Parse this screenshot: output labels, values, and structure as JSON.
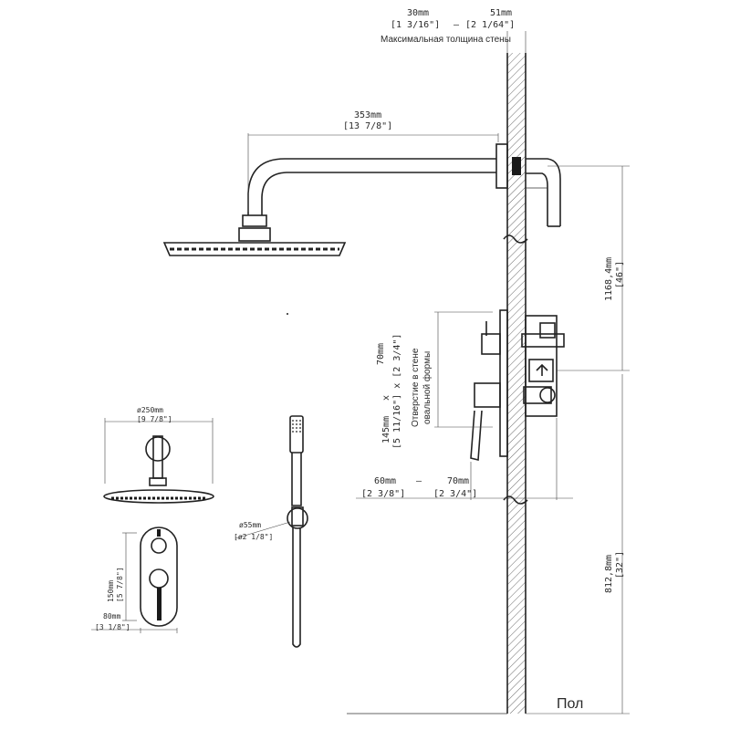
{
  "labels": {
    "wall_left_mm": "30mm",
    "wall_right_mm": "51mm",
    "wall_left_in": "[1 3/16\"]",
    "wall_dash": "—",
    "wall_right_in": "[2 1/64\"]",
    "wall_thickness": "Максимальная толщина стены",
    "arm_mm": "353mm",
    "arm_in": "[13 7/8\"]",
    "head_height_mm": "1168,4mm",
    "head_height_in": "[46\"]",
    "hole_size_a": "145mm",
    "hole_x": "x",
    "hole_size_b": "70mm",
    "hole_size_in": "[5 11/16\"] x [2 3/4\"]",
    "hole_label_1": "Отверстие в стене",
    "hole_label_2": "овальной формы",
    "depth_a_mm": "60mm",
    "depth_dash": "—",
    "depth_b_mm": "70mm",
    "depth_a_in": "[2 3/8\"]",
    "depth_b_in": "[2 3/4\"]",
    "mixer_height_mm": "812,8mm",
    "mixer_height_in": "[32\"]",
    "floor": "Пол",
    "head_dia_mm": "ø250mm",
    "head_dia_in": "[9 7/8\"]",
    "plate_height_mm": "150mm",
    "plate_height_in": "[5 7/8\"]",
    "plate_width_mm": "80mm",
    "plate_width_in": "[3 1/8\"]",
    "holder_dia_mm": "ø55mm",
    "holder_dia_in": "[ø2 1/8\"]"
  },
  "colors": {
    "line": "#222222",
    "text": "#2a2a2a",
    "background": "#ffffff"
  }
}
